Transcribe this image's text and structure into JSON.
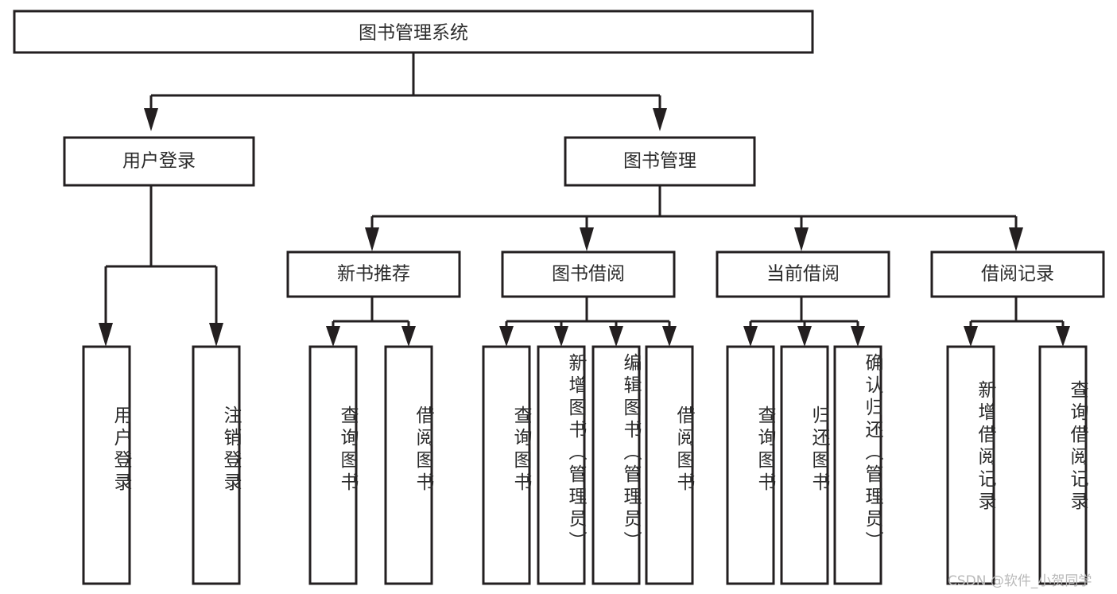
{
  "diagram": {
    "type": "tree",
    "title": "图书管理系统",
    "watermark": "CSDN @软件_小贺同学",
    "colors": {
      "stroke": "#231f20",
      "fill": "#ffffff",
      "text": "#2b2b2b",
      "watermark": "#b9b9b9"
    },
    "root": {
      "label": "图书管理系统"
    },
    "level2": [
      {
        "label": "用户登录"
      },
      {
        "label": "图书管理"
      }
    ],
    "level3": [
      {
        "label": "新书推荐"
      },
      {
        "label": "图书借阅"
      },
      {
        "label": "当前借阅"
      },
      {
        "label": "借阅记录"
      }
    ],
    "leaves": [
      {
        "label": "用户登录",
        "parent": "用户登录"
      },
      {
        "label": "注销登录",
        "parent": "用户登录"
      },
      {
        "label": "查询图书",
        "parent": "新书推荐"
      },
      {
        "label": "借阅图书",
        "parent": "新书推荐"
      },
      {
        "label": "查询图书",
        "parent": "图书借阅"
      },
      {
        "label": "新增图书（管理员）",
        "parent": "图书借阅"
      },
      {
        "label": "编辑图书（管理员）",
        "parent": "图书借阅"
      },
      {
        "label": "借阅图书",
        "parent": "图书借阅"
      },
      {
        "label": "查询图书",
        "parent": "当前借阅"
      },
      {
        "label": "归还图书",
        "parent": "当前借阅"
      },
      {
        "label": "确认归还（管理员）",
        "parent": "当前借阅"
      },
      {
        "label": "新增借阅记录",
        "parent": "借阅记录"
      },
      {
        "label": "查询借阅记录",
        "parent": "借阅记录"
      }
    ]
  }
}
